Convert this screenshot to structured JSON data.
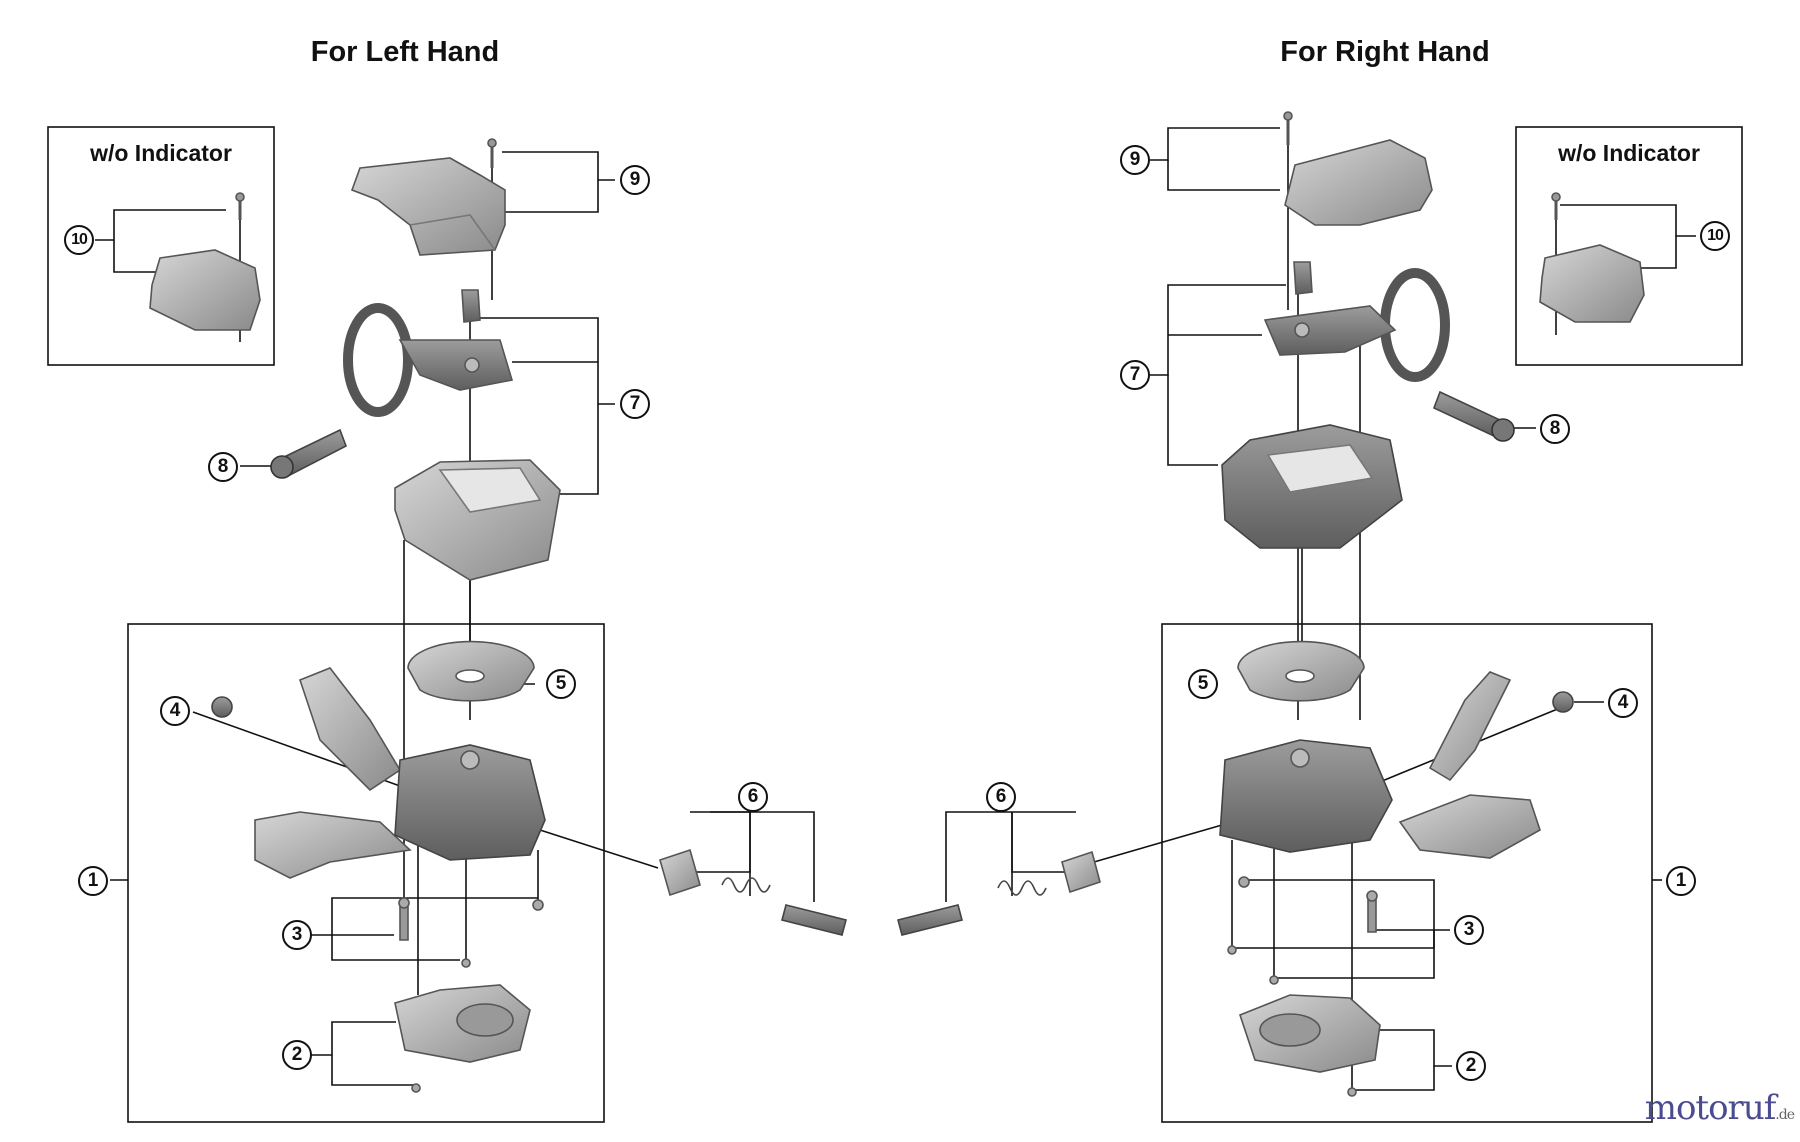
{
  "headers": {
    "left": "For Left Hand",
    "right": "For Right Hand"
  },
  "inset_labels": {
    "left": "w/o Indicator",
    "right": "w/o Indicator"
  },
  "callouts": {
    "left": [
      "1",
      "2",
      "3",
      "4",
      "5",
      "6",
      "7",
      "8",
      "9",
      "10"
    ],
    "right": [
      "1",
      "2",
      "3",
      "4",
      "5",
      "6",
      "7",
      "8",
      "9",
      "10"
    ]
  },
  "colors": {
    "line": "#111111",
    "part_dark": "#6e6e6e",
    "part_mid": "#9a9a9a",
    "part_light": "#c8c8c8"
  },
  "watermark": {
    "text": "motoruf",
    "tld": ".de"
  }
}
